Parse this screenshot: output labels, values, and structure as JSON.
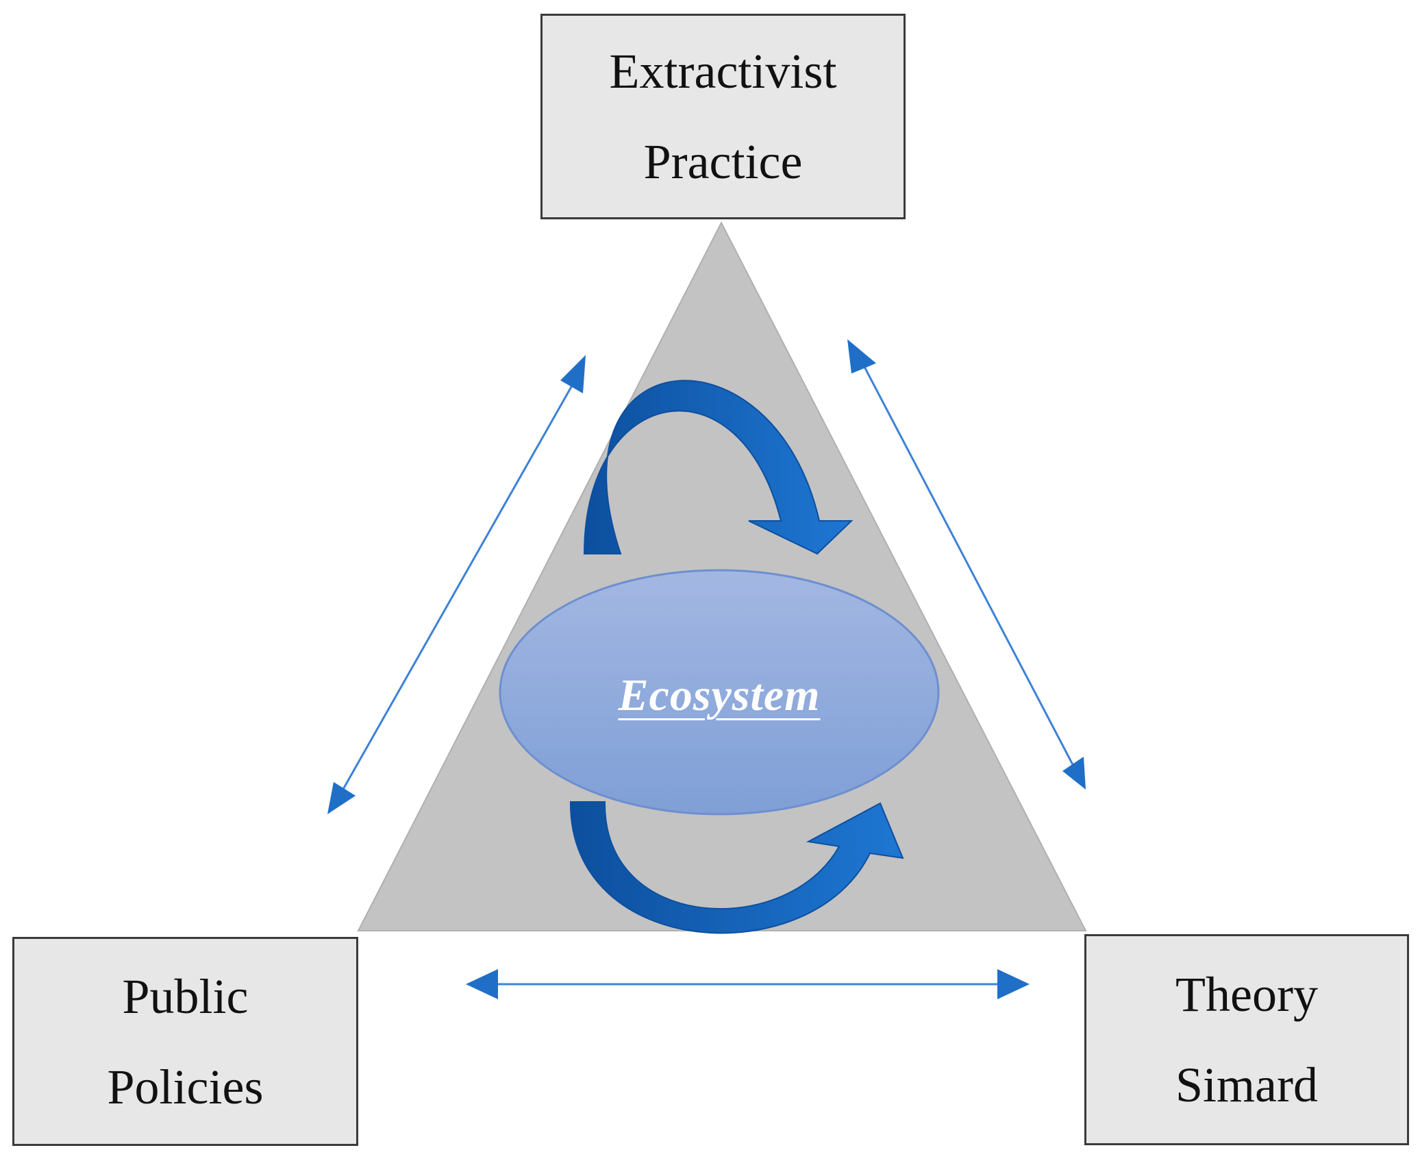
{
  "nodes": {
    "top": {
      "line1": "Extractivist",
      "line2": "Practice"
    },
    "left": {
      "line1": "Public",
      "line2": "Policies"
    },
    "right": {
      "line1": "Theory",
      "line2": "Simard"
    }
  },
  "center": {
    "label": "Ecosystem"
  },
  "colors": {
    "box_fill": "#e7e7e7",
    "box_border": "#3a3a3a",
    "triangle": "#c3c3c3",
    "ellipse": "#8eaadb",
    "connector_arrow": "#1f6fc7",
    "cycle_arrow": "#1565c0"
  }
}
